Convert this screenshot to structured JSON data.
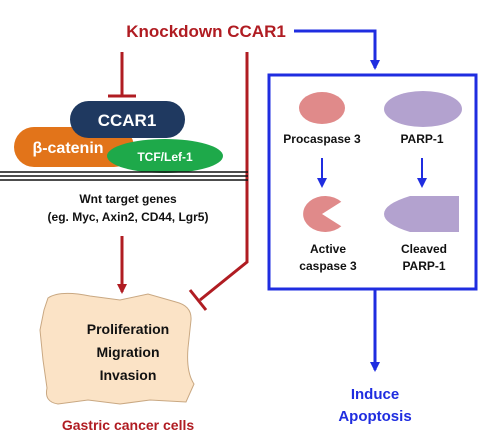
{
  "colors": {
    "red": "#b01c22",
    "blue": "#1f2de0",
    "navy": "#1f3960",
    "orange": "#e2741a",
    "green": "#1ea94a",
    "salmon": "#e08a8a",
    "lavender": "#b3a2cf",
    "peach": "#fbe3c6",
    "peach_edge": "#c9a882",
    "black": "#111111"
  },
  "labels": {
    "knockdown": "Knockdown CCAR1",
    "ccar1": "CCAR1",
    "beta_catenin": "β-catenin",
    "tcf_lef": "TCF/Lef-1",
    "wnt_line1": "Wnt target genes",
    "wnt_line2": "(eg. Myc, Axin2, CD44, Lgr5)",
    "proliferation": "Proliferation",
    "migration": "Migration",
    "invasion": "Invasion",
    "gastric": "Gastric cancer cells",
    "procaspase": "Procaspase 3",
    "parp1": "PARP-1",
    "active1": "Active",
    "active2": "caspase 3",
    "cleaved1": "Cleaved",
    "cleaved2": "PARP-1",
    "induce": "Induce",
    "apoptosis": "Apoptosis"
  }
}
